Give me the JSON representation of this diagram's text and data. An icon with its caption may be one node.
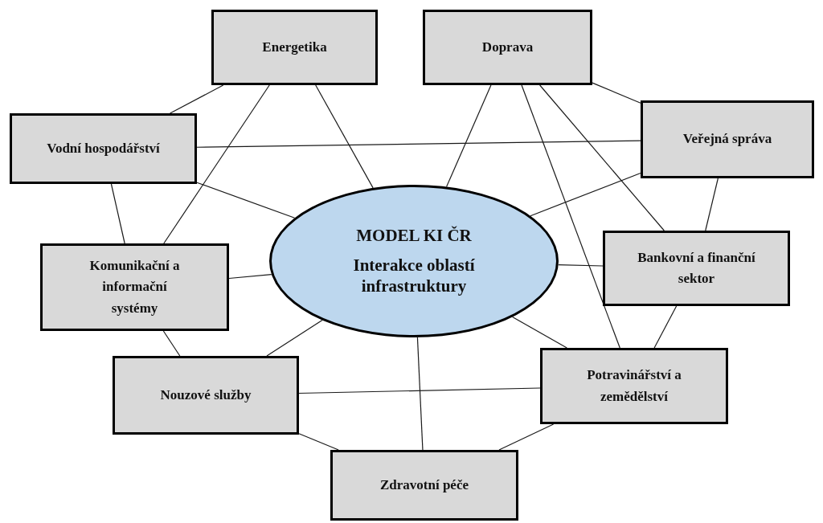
{
  "diagram": {
    "nodes": [
      {
        "text": [
          "Energetika"
        ]
      },
      {
        "text": [
          "Doprava"
        ]
      },
      {
        "text": [
          "Vodní hospodářství"
        ]
      },
      {
        "text": [
          "Veřejná správa"
        ]
      },
      {
        "text": [
          "MODEL KI ČR",
          "Interakce oblastí infrastruktury"
        ]
      },
      {
        "text": [
          "Komunikační a informační systémy"
        ]
      },
      {
        "text": [
          "Bankovní a finanční sektor"
        ]
      },
      {
        "text": [
          "Nouzové služby"
        ]
      },
      {
        "text": [
          "Potravinářství a zemědělství"
        ]
      },
      {
        "text": [
          "Zdravotní péče"
        ]
      }
    ],
    "edges": [
      {
        "from": 4,
        "to": 0,
        "arrow": "none"
      },
      {
        "from": 4,
        "to": 1,
        "arrow": "none"
      },
      {
        "from": 4,
        "to": 2,
        "arrow": "none"
      },
      {
        "from": 4,
        "to": 3,
        "arrow": "none"
      },
      {
        "from": 4,
        "to": 5,
        "arrow": "none"
      },
      {
        "from": 4,
        "to": 6,
        "arrow": "none"
      },
      {
        "from": 4,
        "to": 7,
        "arrow": "none"
      },
      {
        "from": 4,
        "to": 8,
        "arrow": "none"
      },
      {
        "from": 4,
        "to": 9,
        "arrow": "none"
      },
      {
        "from": 0,
        "to": 2,
        "arrow": "none"
      },
      {
        "from": 0,
        "to": 5,
        "arrow": "none"
      },
      {
        "from": 1,
        "to": 3,
        "arrow": "none"
      },
      {
        "from": 1,
        "to": 6,
        "arrow": "none"
      },
      {
        "from": 1,
        "to": 8,
        "arrow": "none"
      },
      {
        "from": 2,
        "to": 3,
        "arrow": "none"
      },
      {
        "from": 2,
        "to": 5,
        "arrow": "none"
      },
      {
        "from": 3,
        "to": 6,
        "arrow": "none"
      },
      {
        "from": 5,
        "to": 7,
        "arrow": "none"
      },
      {
        "from": 6,
        "to": 8,
        "arrow": "none"
      },
      {
        "from": 7,
        "to": 8,
        "arrow": "none"
      },
      {
        "from": 7,
        "to": 9,
        "arrow": "none"
      },
      {
        "from": 8,
        "to": 9,
        "arrow": "none"
      }
    ]
  }
}
